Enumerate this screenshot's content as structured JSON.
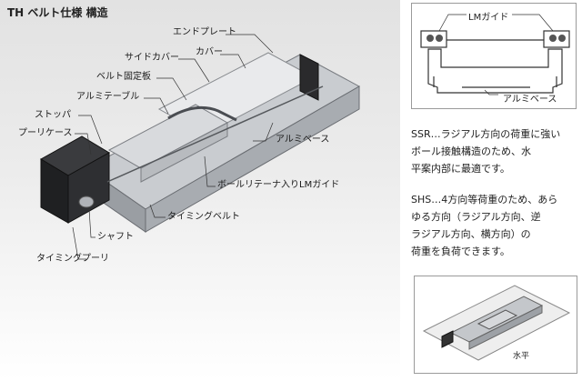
{
  "title": "TH ベルト仕様 構造",
  "labels": {
    "end_plate": "エンドプレート",
    "cover": "カバー",
    "side_cover": "サイドカバー",
    "belt_fixing_plate": "ベルト固定板",
    "aluminum_table": "アルミテーブル",
    "stopper": "ストッパ",
    "pulley_case": "プーリケース",
    "aluminum_base": "アルミベース",
    "ball_retainer_lm_guide": "ボールリテーナ入りLMガイド",
    "timing_belt": "タイミングベルト",
    "shaft": "シャフト",
    "timing_pulley": "タイミングプーリ"
  },
  "cross_section": {
    "lm_guide": "LMガイド",
    "aluminum_base": "アルミベース"
  },
  "descriptions": {
    "ssr": [
      "SSR…ラジアル方向の荷重に強い",
      "ボール接触構造のため、水",
      "平案内部に最適です。"
    ],
    "shs": [
      "SHS…4方向等荷重のため、あら",
      "ゆる方向（ラジアル方向、逆",
      "ラジアル方向、横方向）の",
      "荷重を負荷できます。"
    ]
  },
  "mounting": {
    "horizontal": "水平"
  }
}
